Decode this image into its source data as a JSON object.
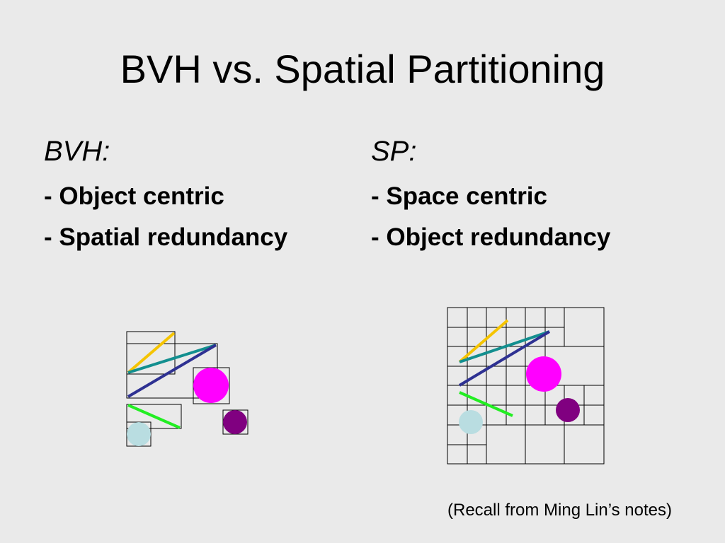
{
  "slide": {
    "title": "BVH vs. Spatial Partitioning",
    "left_column": {
      "heading": "BVH:",
      "items": [
        "- Object centric",
        "- Spatial redundancy"
      ]
    },
    "right_column": {
      "heading": "SP:",
      "items": [
        "- Space centric",
        "- Object redundancy"
      ]
    },
    "credit": "(Recall from Ming Lin’s notes)"
  },
  "colors": {
    "background": "#eaeaea",
    "yellow_segment": "#f5c400",
    "teal_segment": "#138f8f",
    "navy_segment": "#2e3192",
    "green_segment": "#22ee22",
    "magenta_object": "#ff00ff",
    "purple_object": "#800080",
    "lightblue_object": "#b9dde1",
    "outline": "#000000"
  }
}
